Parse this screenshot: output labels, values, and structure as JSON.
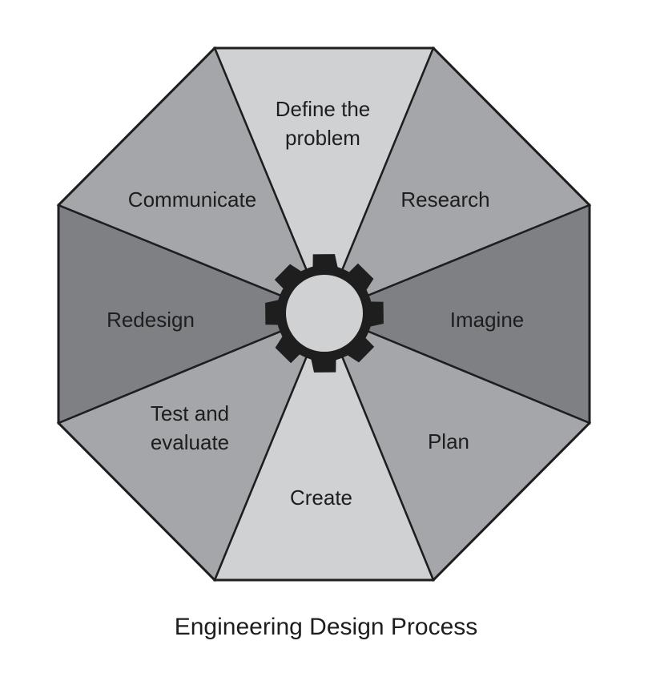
{
  "title": "Engineering Design Process",
  "steps": [
    {
      "label_lines": [
        "Define the",
        "problem"
      ],
      "color": "#d0d1d3"
    },
    {
      "label_lines": [
        "Research"
      ],
      "color": "#a5a6a9"
    },
    {
      "label_lines": [
        "Imagine"
      ],
      "color": "#7f8083"
    },
    {
      "label_lines": [
        "Plan"
      ],
      "color": "#a5a6a9"
    },
    {
      "label_lines": [
        "Create"
      ],
      "color": "#d0d1d3"
    },
    {
      "label_lines": [
        "Test and",
        "evaluate"
      ],
      "color": "#a5a6a9"
    },
    {
      "label_lines": [
        "Redesign"
      ],
      "color": "#7f8083"
    },
    {
      "label_lines": [
        "Communicate"
      ],
      "color": "#a5a6a9"
    }
  ],
  "center": {
    "ring_color": "#1e1e1e",
    "hub_color": "#d0d1d3"
  }
}
